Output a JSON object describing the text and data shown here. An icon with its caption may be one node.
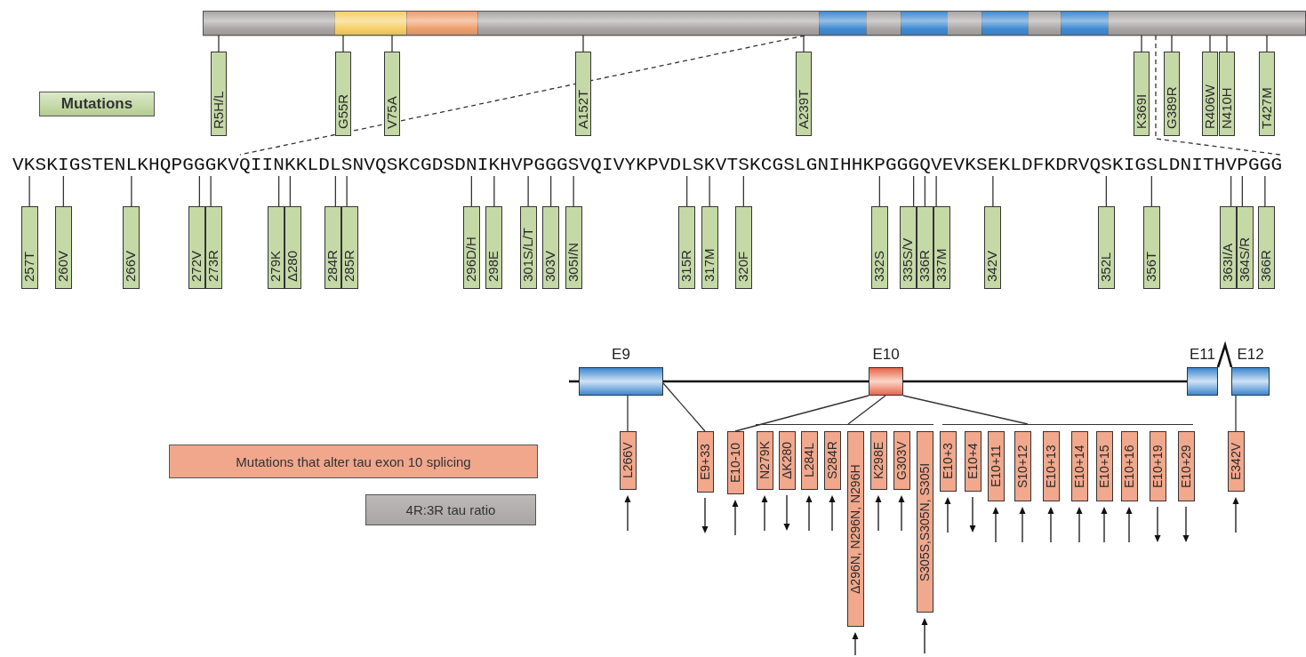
{
  "diagram": {
    "nodes": [
      {
        "text": [],
        "shape": "bar"
      },
      {
        "text": [
          "R5H/L"
        ]
      },
      {
        "text": [
          "G55R"
        ]
      },
      {
        "text": [
          "V75A"
        ]
      },
      {
        "text": [
          "A152T"
        ]
      },
      {
        "text": [
          "A239T"
        ]
      },
      {
        "text": [
          "K369I"
        ]
      },
      {
        "text": [
          "G389R"
        ]
      },
      {
        "text": [
          "R406W"
        ]
      },
      {
        "text": [
          "N410H"
        ]
      },
      {
        "text": [
          "T427M"
        ]
      },
      {
        "text": [
          "VKSKIGSTENLKHQPGGGKVQIINKKLDLSNVQSKCGDSDNIKHVPGGGSVQIVYKPVDLSKVTSKCGSLGNIHHKPGGGQVEVKSEKLDFKDRVQSKIGSLDNITHVPGGG"
        ]
      },
      {
        "text": [
          "257T"
        ]
      },
      {
        "text": [
          "260V"
        ]
      },
      {
        "text": [
          "266V"
        ]
      },
      {
        "text": [
          "272V"
        ]
      },
      {
        "text": [
          "273R"
        ]
      },
      {
        "text": [
          "279K"
        ]
      },
      {
        "text": [
          "Δ280"
        ]
      },
      {
        "text": [
          "284R"
        ]
      },
      {
        "text": [
          "285R"
        ]
      },
      {
        "text": [
          "296D/H"
        ]
      },
      {
        "text": [
          "298E"
        ]
      },
      {
        "text": [
          "301S/L/T"
        ]
      },
      {
        "text": [
          "303V"
        ]
      },
      {
        "text": [
          "305I/N"
        ]
      },
      {
        "text": [
          "315R"
        ]
      },
      {
        "text": [
          "317M"
        ]
      },
      {
        "text": [
          "320F"
        ]
      },
      {
        "text": [
          "332S"
        ]
      },
      {
        "text": [
          "335S/V"
        ]
      },
      {
        "text": [
          "336R"
        ]
      },
      {
        "text": [
          "337M"
        ]
      },
      {
        "text": [
          "342V"
        ]
      },
      {
        "text": [
          "352L"
        ]
      },
      {
        "text": [
          "356T"
        ]
      },
      {
        "text": [
          "363I/A"
        ]
      },
      {
        "text": [
          "364S/R"
        ]
      },
      {
        "text": [
          "366R"
        ]
      },
      {
        "text": [
          "E9"
        ]
      },
      {
        "text": [
          "E10"
        ]
      },
      {
        "text": [
          "E11"
        ]
      },
      {
        "text": [
          "E12"
        ]
      },
      {
        "text": [
          "L266V"
        ]
      },
      {
        "text": [
          "E9+33"
        ]
      },
      {
        "text": [
          "E10-10"
        ]
      },
      {
        "text": [
          "N279K"
        ]
      },
      {
        "text": [
          "ΔK280"
        ]
      },
      {
        "text": [
          "L284L"
        ]
      },
      {
        "text": [
          "S284R"
        ]
      },
      {
        "text": [
          "Δ296N, N296N, N296H"
        ]
      },
      {
        "text": [
          "K298E"
        ]
      },
      {
        "text": [
          "G303V"
        ]
      },
      {
        "text": [
          "S305S,S305N, S305I"
        ]
      },
      {
        "text": [
          "E10+3"
        ]
      },
      {
        "text": [
          "E10+4"
        ]
      },
      {
        "text": [
          "E10+11"
        ]
      },
      {
        "text": [
          "S10+12"
        ]
      },
      {
        "text": [
          "E10+13"
        ]
      },
      {
        "text": [
          "E10+14"
        ]
      },
      {
        "text": [
          "E10+15"
        ]
      },
      {
        "text": [
          "E10+16"
        ]
      },
      {
        "text": [
          "E10+19"
        ]
      },
      {
        "text": [
          "E10+29"
        ]
      },
      {
        "text": [
          "E342V"
        ]
      },
      {
        "text": [],
        "shape": "line"
      },
      {
        "text": [],
        "shape": "line"
      }
    ],
    "edges": [
      {
        "from": 1,
        "to": 0,
        "arrow": "none"
      },
      {
        "from": 2,
        "to": 0,
        "arrow": "none"
      },
      {
        "from": 3,
        "to": 0,
        "arrow": "none"
      },
      {
        "from": 4,
        "to": 0,
        "arrow": "none"
      },
      {
        "from": 5,
        "to": 0,
        "arrow": "none"
      },
      {
        "from": 6,
        "to": 0,
        "arrow": "none"
      },
      {
        "from": 7,
        "to": 0,
        "arrow": "none"
      },
      {
        "from": 8,
        "to": 0,
        "arrow": "none"
      },
      {
        "from": 9,
        "to": 0,
        "arrow": "none"
      },
      {
        "from": 10,
        "to": 0,
        "arrow": "none"
      },
      {
        "from": 0,
        "to": 11,
        "arrow": "none",
        "style": "dashed"
      },
      {
        "from": 0,
        "to": 11,
        "arrow": "none",
        "style": "dashed"
      },
      {
        "from": 12,
        "to": 11,
        "arrow": "none"
      },
      {
        "from": 13,
        "to": 11,
        "arrow": "none"
      },
      {
        "from": 14,
        "to": 11,
        "arrow": "none"
      },
      {
        "from": 15,
        "to": 11,
        "arrow": "none"
      },
      {
        "from": 16,
        "to": 11,
        "arrow": "none"
      },
      {
        "from": 17,
        "to": 11,
        "arrow": "none"
      },
      {
        "from": 18,
        "to": 11,
        "arrow": "none"
      },
      {
        "from": 19,
        "to": 11,
        "arrow": "none"
      },
      {
        "from": 20,
        "to": 11,
        "arrow": "none"
      },
      {
        "from": 21,
        "to": 11,
        "arrow": "none"
      },
      {
        "from": 22,
        "to": 11,
        "arrow": "none"
      },
      {
        "from": 23,
        "to": 11,
        "arrow": "none"
      },
      {
        "from": 24,
        "to": 11,
        "arrow": "none"
      },
      {
        "from": 25,
        "to": 11,
        "arrow": "none"
      },
      {
        "from": 26,
        "to": 11,
        "arrow": "none"
      },
      {
        "from": 27,
        "to": 11,
        "arrow": "none"
      },
      {
        "from": 28,
        "to": 11,
        "arrow": "none"
      },
      {
        "from": 29,
        "to": 11,
        "arrow": "none"
      },
      {
        "from": 30,
        "to": 11,
        "arrow": "none"
      },
      {
        "from": 31,
        "to": 11,
        "arrow": "none"
      },
      {
        "from": 32,
        "to": 11,
        "arrow": "none"
      },
      {
        "from": 33,
        "to": 11,
        "arrow": "none"
      },
      {
        "from": 34,
        "to": 11,
        "arrow": "none"
      },
      {
        "from": 35,
        "to": 11,
        "arrow": "none"
      },
      {
        "from": 36,
        "to": 11,
        "arrow": "none"
      },
      {
        "from": 37,
        "to": 11,
        "arrow": "none"
      },
      {
        "from": 38,
        "to": 11,
        "arrow": "none"
      },
      {
        "from": null,
        "to": 39,
        "arrow": "none"
      },
      {
        "from": 39,
        "to": 40,
        "arrow": "none"
      },
      {
        "from": 40,
        "to": 41,
        "arrow": "none"
      },
      {
        "from": 41,
        "to": 42,
        "arrow": "none"
      },
      {
        "from": 39,
        "to": 43,
        "arrow": "none"
      },
      {
        "from": 39,
        "to": 44,
        "arrow": "none"
      },
      {
        "from": 40,
        "to": 45,
        "arrow": "none"
      },
      {
        "from": 40,
        "to": 65,
        "arrow": "none"
      },
      {
        "from": 40,
        "to": 66,
        "arrow": "none"
      },
      {
        "from": 42,
        "to": 64,
        "arrow": "none"
      }
    ],
    "legend": [
      {
        "text": "Mutations",
        "color": "#c5d9a7"
      },
      {
        "text": "Mutations that alter tau exon 10 splicing",
        "color": "#f0a78c"
      },
      {
        "text": "4R:3R tau ratio",
        "color": "#aeaaaa"
      }
    ]
  }
}
